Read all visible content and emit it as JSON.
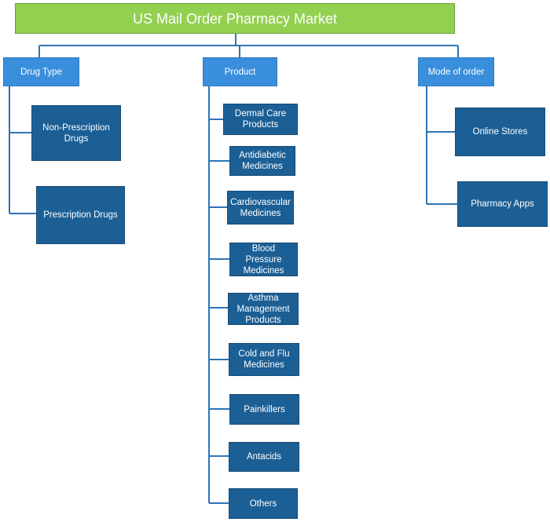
{
  "title": "US Mail Order Pharmacy Market",
  "categories": [
    {
      "label": "Drug Type",
      "items": [
        "Non-Prescription Drugs",
        "Prescription Drugs"
      ]
    },
    {
      "label": "Product",
      "items": [
        "Dermal Care Products",
        "Antidiabetic Medicines",
        "Cardiovascular Medicines",
        "Blood Pressure Medicines",
        "Asthma Management Products",
        "Cold and Flu Medicines",
        "Painkillers",
        "Antacids",
        "Others"
      ]
    },
    {
      "label": "Mode of order",
      "items": [
        "Online Stores",
        "Pharmacy Apps"
      ]
    }
  ],
  "colors": {
    "root_fill": "#92d050",
    "category_fill": "#3a8fdc",
    "leaf_fill": "#1b5f95",
    "connector": "#2e74b5"
  }
}
